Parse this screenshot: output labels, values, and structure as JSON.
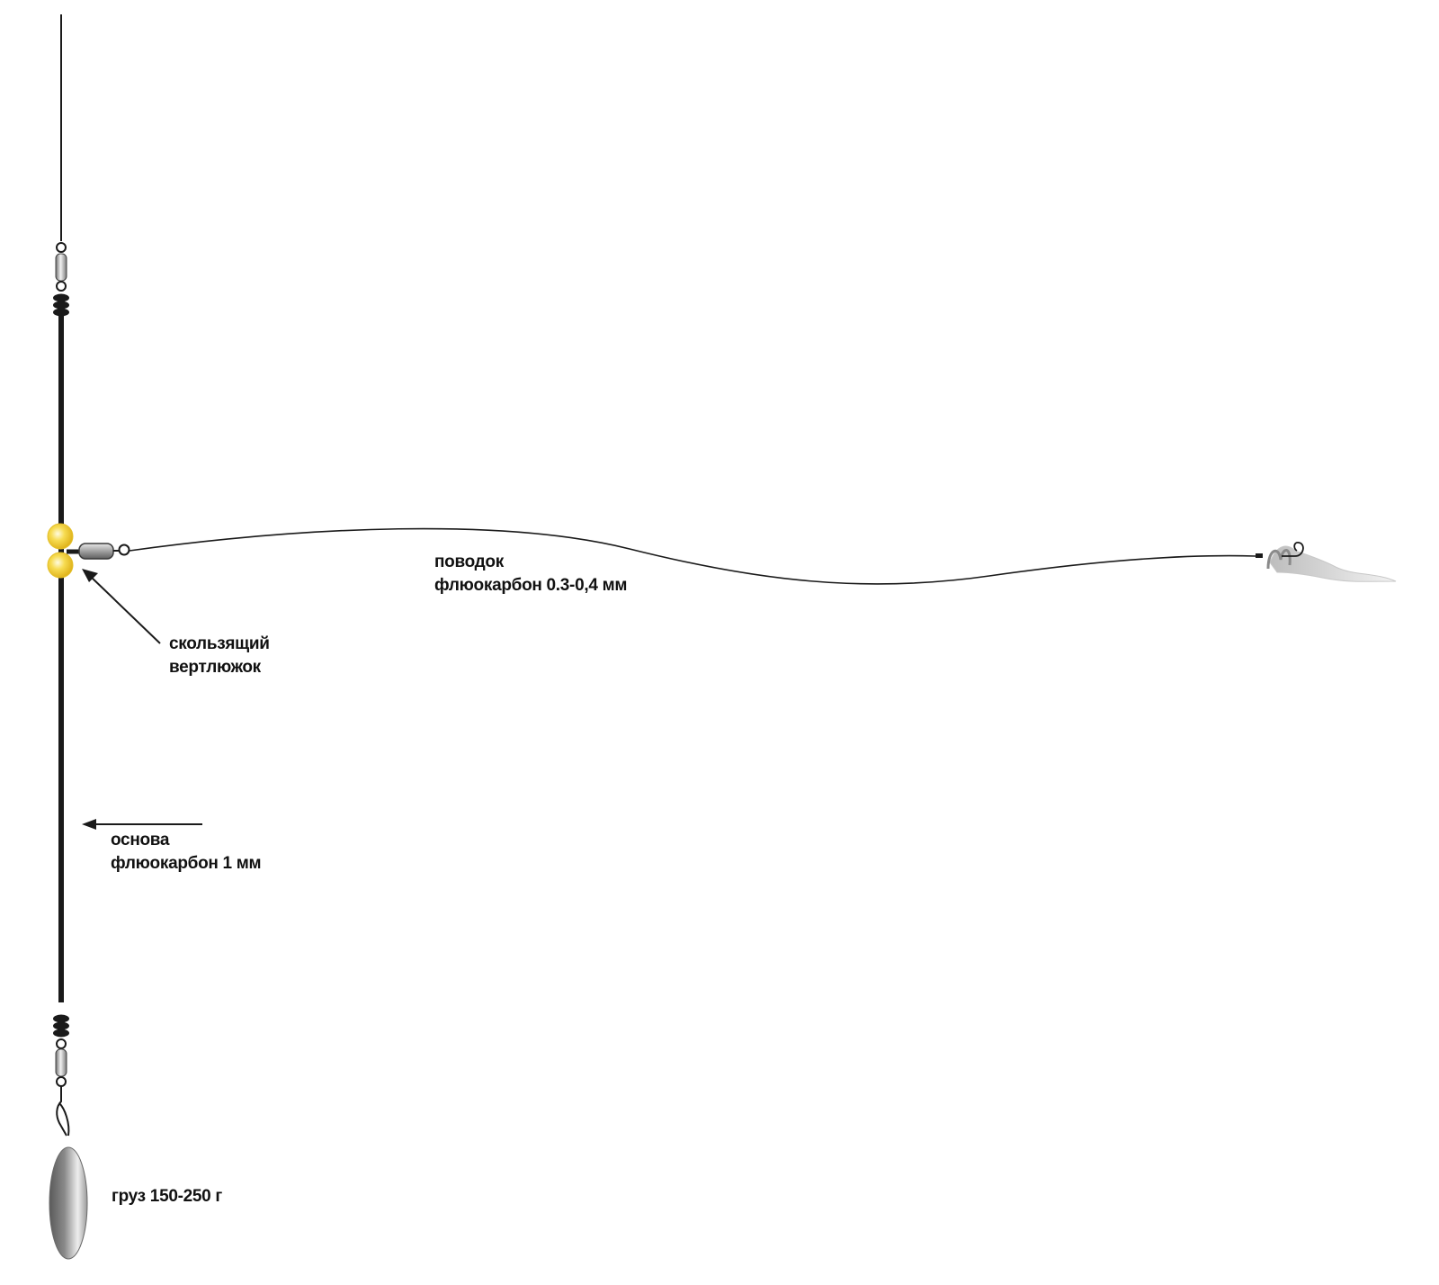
{
  "labels": {
    "leader": {
      "line1": "поводок",
      "line2": "флюокарбон 0.3-0,4 мм"
    },
    "swivel": {
      "line1": "скользящий",
      "line2": "вертлюжок"
    },
    "mainline": {
      "line1": "основа",
      "line2": "флюокарбон 1 мм"
    },
    "weight": {
      "line1": "груз 150-250 г"
    }
  },
  "colors": {
    "line": "#1a1a1a",
    "bead": "#f2d13a",
    "bead_glow": "#fff3a0",
    "metal": "#b5b5b5",
    "bait": "#d6d6d6"
  }
}
